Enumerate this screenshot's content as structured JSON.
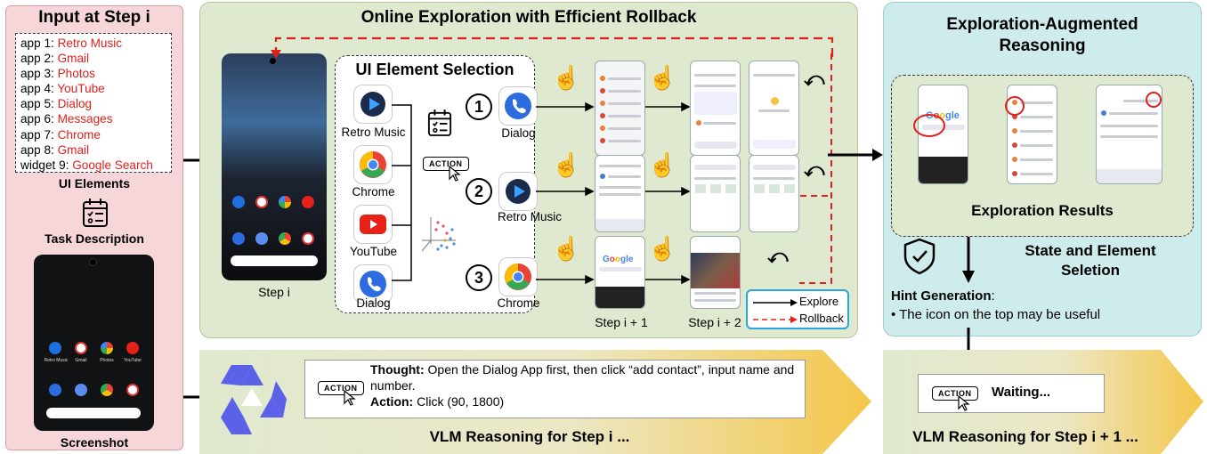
{
  "left_panel": {
    "title": "Input at Step i",
    "apps": [
      {
        "prefix": "app 1: ",
        "name": "Retro Music"
      },
      {
        "prefix": "app 2: ",
        "name": "Gmail"
      },
      {
        "prefix": "app 3: ",
        "name": "Photos"
      },
      {
        "prefix": "app 4: ",
        "name": "YouTube"
      },
      {
        "prefix": "app 5: ",
        "name": "Dialog"
      },
      {
        "prefix": "app 6: ",
        "name": "Messages"
      },
      {
        "prefix": "app 7: ",
        "name": "Chrome"
      },
      {
        "prefix": "app 8: ",
        "name": "Gmail"
      },
      {
        "prefix": "widget 9: ",
        "name": "Google Search"
      }
    ],
    "ui_elements_label": "UI Elements",
    "task_description_label": "Task Description",
    "screenshot_label": "Screenshot",
    "dock_labels": [
      "Retro Music",
      "Gmail",
      "Photos",
      "YouTube"
    ]
  },
  "online_panel": {
    "title": "Online Exploration with Efficient Rollback",
    "step_i_label": "Step i",
    "step_i1_label": "Step i + 1",
    "step_i2_label": "Step i + 2",
    "ui_selection_title": "UI Element Selection",
    "app_list": [
      "Retro Music",
      "Chrome",
      "YouTube",
      "Dialog"
    ],
    "action_label": "ACTION",
    "branches": [
      {
        "num": "1",
        "app": "Dialog"
      },
      {
        "num": "2",
        "app": "Retro Music"
      },
      {
        "num": "3",
        "app": "Chrome"
      }
    ],
    "legend": {
      "explore": "Explore",
      "rollback": "Rollback"
    }
  },
  "vlm_panel": {
    "thought_label": "Thought:",
    "thought_text": " Open the Dialog App first, then click “add contact”, input name and number.",
    "action_label": "Action:",
    "action_text": " Click (90, 1800)",
    "footer": "VLM Reasoning for Step i ..."
  },
  "right_panel": {
    "title_line1": "Exploration-Augmented",
    "title_line2": "Reasoning",
    "results_label": "Exploration Results",
    "state_line1": "State and Element",
    "state_line2": "Seletion",
    "hint_label": "Hint Generation",
    "hint_colon": ":",
    "hint_bullet": "• The icon on the top may be useful"
  },
  "right_bottom": {
    "waiting": "Waiting...",
    "footer": "VLM Reasoning for Step i + 1 ..."
  },
  "colors": {
    "left_bg": "#f6d6d9",
    "left_border": "#d9a0a6",
    "green_bg": "#dfe9cf",
    "cyan_bg": "#cdeceb",
    "red": "#e0201b",
    "arrow_yellow_start": "#e6ecd2",
    "arrow_yellow_end": "#f2c94c"
  }
}
